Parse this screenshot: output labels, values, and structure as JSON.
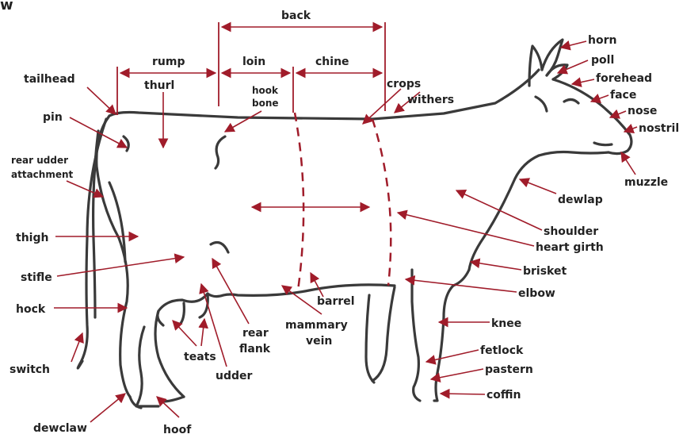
{
  "corner_text": "w",
  "colors": {
    "arrow": "#a01c2a",
    "outline": "#3a3a3a",
    "text": "#222222",
    "background": "#ffffff"
  },
  "regions": {
    "back": "back",
    "rump": "rump",
    "loin": "loin",
    "chine": "chine"
  },
  "labels": {
    "horn": "horn",
    "poll": "poll",
    "forehead": "forehead",
    "face": "face",
    "nose": "nose",
    "nostril": "nostril",
    "muzzle": "muzzle",
    "dewlap": "dewlap",
    "shoulder": "shoulder",
    "heart_girth": "heart girth",
    "brisket": "brisket",
    "elbow": "elbow",
    "knee": "knee",
    "fetlock": "fetlock",
    "pastern": "pastern",
    "coffin": "coffin",
    "crops": "crops",
    "withers": "withers",
    "tailhead": "tailhead",
    "thurl": "thurl",
    "hook": "hook",
    "bone": "bone",
    "pin": "pin",
    "rear_udder_1": "rear udder",
    "rear_udder_2": "attachment",
    "thigh": "thigh",
    "stifle": "stifle",
    "hock": "hock",
    "switch": "switch",
    "dewclaw": "dewclaw",
    "hoof": "hoof",
    "teats": "teats",
    "udder": "udder",
    "rear": "rear",
    "flank": "flank",
    "mammary": "mammary",
    "vein": "vein",
    "barrel": "barrel"
  }
}
